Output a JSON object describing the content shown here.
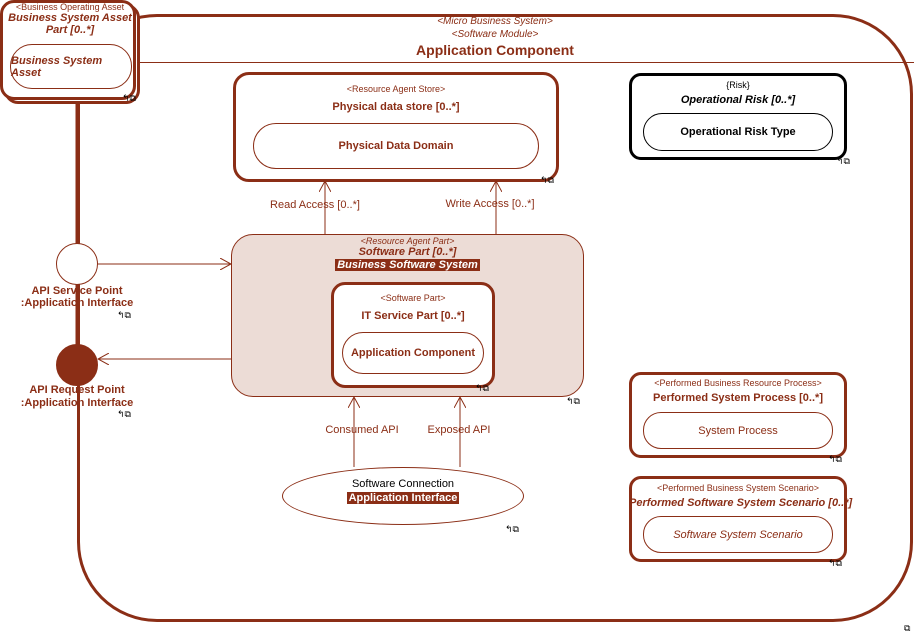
{
  "main": {
    "stereo1": "<Micro Business System>",
    "stereo2": "<Software Module>",
    "title": "Application Component"
  },
  "asset": {
    "stereo": "<Business Operating Asset",
    "title_line1": "Business System Asset",
    "title_line2": "Part [0..*]",
    "inner": "Business System Asset"
  },
  "store": {
    "stereo": "<Resource Agent Store>",
    "title": "Physical data store [0..*]",
    "inner": "Physical Data Domain"
  },
  "risk": {
    "stereo": "{Risk}",
    "title": "Operational Risk [0..*]",
    "inner": "Operational Risk Type"
  },
  "software_part": {
    "stereo": "<Resource Agent Part>",
    "title": "Software Part [0..*]",
    "type": "Business Software System"
  },
  "it_service": {
    "stereo": "<Software Part>",
    "title": "IT Service Part [0..*]",
    "inner": "Application Component"
  },
  "process": {
    "stereo": "<Performed Business Resource Process>",
    "title": "Performed System Process [0..*]",
    "inner": "System Process"
  },
  "scenario": {
    "stereo": "<Performed Business System Scenario>",
    "title": "Performed Software System Scenario [0..*]",
    "inner": "Software System Scenario"
  },
  "ports": {
    "service_line1": "API Service Point",
    "service_line2": ":Application Interface",
    "request_line1": "API Request Point",
    "request_line2": ":Application Interface"
  },
  "connections": {
    "read": "Read Access [0..*]",
    "write": "Write Access [0..*]",
    "consumed": "Consumed API",
    "exposed": "Exposed API"
  },
  "connection_ellipse": {
    "title": "Software Connection",
    "type": "Application Interface"
  },
  "marker_glyph": "↰⧉",
  "colors": {
    "accent": "#8b2e16",
    "part_fill": "#ecdcd6",
    "risk_border": "#000000"
  }
}
